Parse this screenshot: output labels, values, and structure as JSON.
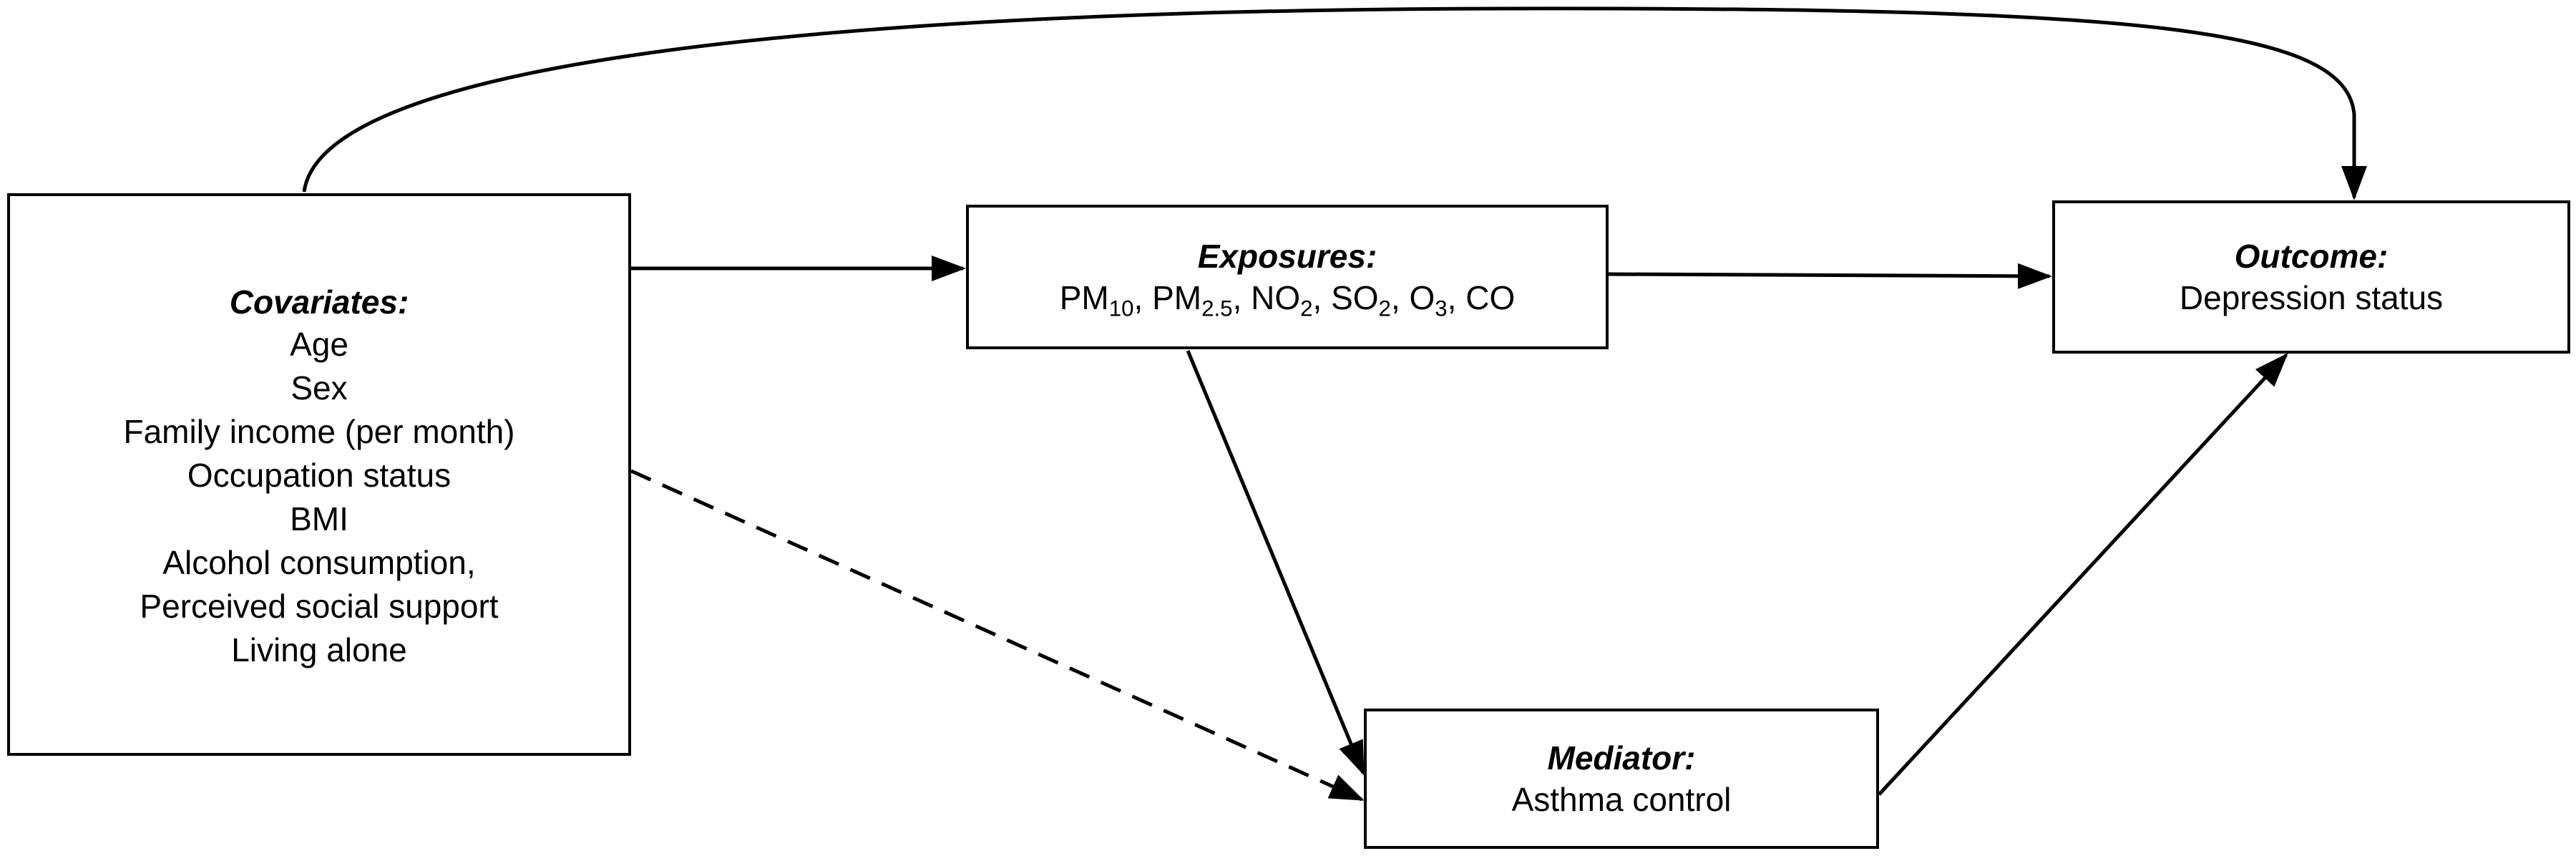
{
  "covariates": {
    "title": "Covariates:",
    "items": [
      "Age",
      "Sex",
      "Family income (per month)",
      "Occupation status",
      "BMI",
      "Alcohol consumption,",
      "Perceived social support",
      "Living alone"
    ]
  },
  "exposures": {
    "title": "Exposures:",
    "pollutants": [
      {
        "base": "PM",
        "sub": "10"
      },
      {
        "base": "PM",
        "sub": "2.5"
      },
      {
        "base": "NO",
        "sub": "2"
      },
      {
        "base": "SO",
        "sub": "2"
      },
      {
        "base": "O",
        "sub": "3"
      },
      {
        "base": "CO",
        "sub": ""
      }
    ]
  },
  "outcome": {
    "title": "Outcome:",
    "text": "Depression status"
  },
  "mediator": {
    "title": "Mediator:",
    "text": "Asthma control"
  },
  "edges": [
    {
      "from": "covariates",
      "to": "exposures",
      "style": "solid"
    },
    {
      "from": "exposures",
      "to": "outcome",
      "style": "solid"
    },
    {
      "from": "covariates",
      "to": "outcome",
      "style": "solid"
    },
    {
      "from": "exposures",
      "to": "mediator",
      "style": "solid"
    },
    {
      "from": "mediator",
      "to": "outcome",
      "style": "solid"
    },
    {
      "from": "covariates",
      "to": "mediator",
      "style": "dashed"
    }
  ]
}
